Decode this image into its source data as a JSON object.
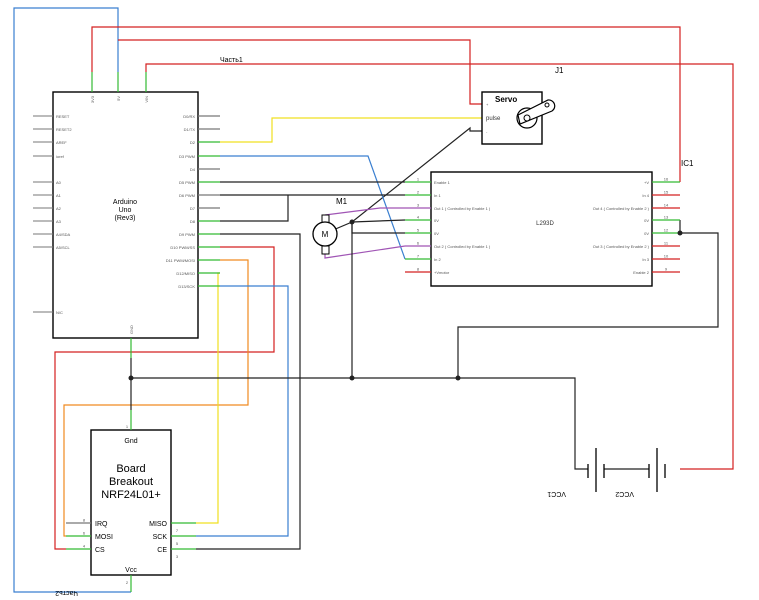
{
  "wire_labels": {
    "part1": "Часть1",
    "part2": "Часть2"
  },
  "arduino": {
    "name_line1": "Arduino",
    "name_line2": "Uno",
    "name_line3": "(Rev3)",
    "top_pins": [
      "3V3",
      "5V",
      "VIN"
    ],
    "left_pins": [
      "RESET",
      "RESET2",
      "AREF",
      "ioref",
      "A0",
      "A1",
      "A2",
      "A3",
      "A4/SDA",
      "A5/SCL",
      "N/C"
    ],
    "right_pins": [
      "D0/RX",
      "D1/TX",
      "D2",
      "D3 PWM",
      "D4",
      "D5 PWM",
      "D6 PWM",
      "D7",
      "D8",
      "D9 PWM",
      "D10 PWM/SS",
      "D11 PWM/MOSI",
      "D12/MISO",
      "D13/SCK"
    ],
    "bottom_pin": "GND"
  },
  "servo": {
    "ref": "J1",
    "title": "Servo",
    "pins": [
      "+",
      "pulse",
      "-"
    ]
  },
  "motor": {
    "ref": "M1",
    "symbol": "M"
  },
  "driver": {
    "ref": "IC1",
    "part": "L293D",
    "left_pins": [
      "Enable 1",
      "In 1",
      "Out 1 ( Controlled by Enable 1 )",
      "0V",
      "0V",
      "Out 2 ( Controlled by Enable 1 )",
      "In 2",
      "+Vmotor"
    ],
    "left_nums": [
      "1",
      "2",
      "3",
      "4",
      "5",
      "6",
      "7",
      "8"
    ],
    "right_pins": [
      "+V",
      "In 4",
      "Out 4 ( Controlled by Enable 2 )",
      "0V",
      "0V",
      "Out 3 ( Controlled by Enable 2 )",
      "In 3",
      "Enable 2"
    ],
    "right_nums": [
      "16",
      "15",
      "14",
      "13",
      "12",
      "11",
      "10",
      "9"
    ]
  },
  "radio": {
    "name_line1": "Board",
    "name_line2": "Breakout",
    "name_line3": "NRF24L01+",
    "top_pin": "Gnd",
    "bottom_pin": "Vcc",
    "left_pins": [
      "IRQ",
      "MOSI",
      "CS"
    ],
    "right_pins": [
      "MISO",
      "SCK",
      "CE"
    ],
    "left_nums": [
      "8",
      "6",
      "4"
    ],
    "right_nums": [
      "7",
      "5",
      "3"
    ],
    "top_num": "1",
    "bottom_num": "2"
  },
  "batteries": {
    "b1": "VCC1",
    "b2": "VCC2"
  },
  "colors": {
    "red": "#d42020",
    "blue": "#3a7fd0",
    "black": "#222222",
    "yellow": "#f0e020",
    "orange": "#f08a20",
    "purple": "#a055b5",
    "green": "#33bb33",
    "gray": "#777777"
  }
}
